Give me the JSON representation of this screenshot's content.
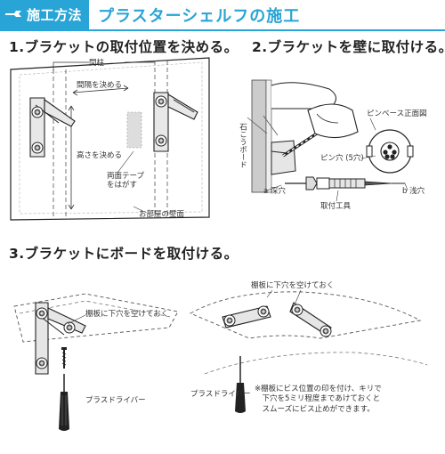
{
  "header": {
    "tag": "施工方法",
    "title": "プラスターシェルフの施工",
    "accent_color": "#29a4d6",
    "tag_icon": "wrench-icon"
  },
  "steps": [
    {
      "label": "1.ブラケットの取付位置を決める。"
    },
    {
      "label": "2.ブラケットを壁に取付ける。"
    },
    {
      "label": "3.ブラケットにボードを取付ける。"
    }
  ],
  "step1": {
    "pillar": "間柱",
    "spacing": "間隔を決める",
    "height": "高さを決める",
    "tape": "両面テープ\nをはがす",
    "wall": "お部屋の壁面"
  },
  "step2": {
    "board": "石こうボード",
    "pin_base": "ピンベース正面図",
    "pin_hole": "ピン穴 (5穴)",
    "deep": "a 深穴",
    "shallow": "b 浅穴",
    "tool": "取付工具"
  },
  "step3": {
    "pilot_left": "棚板に下穴を空けておく",
    "pilot_right": "棚板に下穴を空けておく",
    "driver_left": "プラスドライバー",
    "driver_right": "プラスドライバー",
    "note": "※棚板にビス位置の印を付け、キリで\n　下穴を5ミリ程度まであけておくと\n　スムーズにビス止めができます。"
  }
}
